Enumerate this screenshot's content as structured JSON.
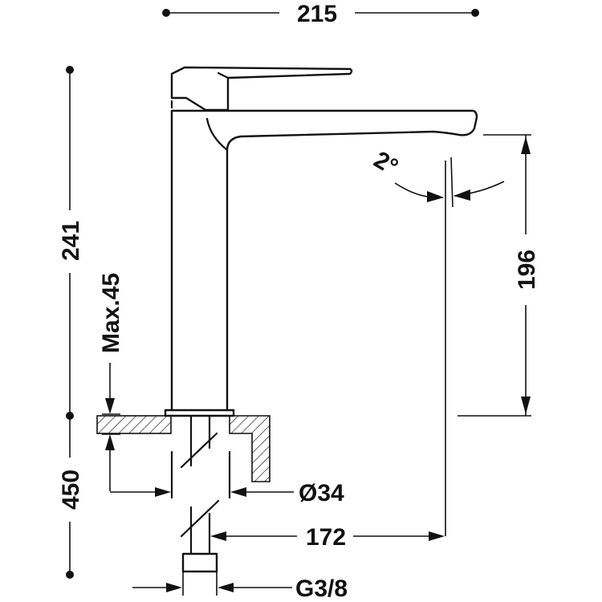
{
  "dimensions": {
    "overall_width": "215",
    "total_height": "241",
    "max_counter_thickness": "Max.45",
    "hose_length": "450",
    "spout_height": "196",
    "spout_angle": "2°",
    "base_diameter": "Ø34",
    "spout_reach": "172",
    "thread_size": "G3/8"
  },
  "colors": {
    "line": "#111111",
    "background": "#ffffff"
  }
}
